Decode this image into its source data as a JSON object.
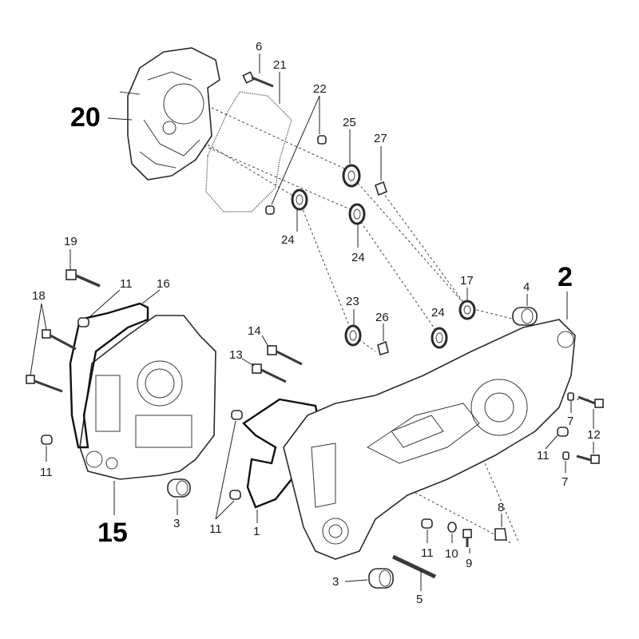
{
  "callouts": {
    "c20": "20",
    "c6": "6",
    "c21": "21",
    "c22": "22",
    "c25": "25",
    "c27": "27",
    "c24a": "24",
    "c24b": "24",
    "c24c": "24",
    "c19": "19",
    "c11a": "11",
    "c16": "16",
    "c18": "18",
    "c17": "17",
    "c4": "4",
    "c2": "2",
    "c23": "23",
    "c26": "26",
    "c14": "14",
    "c13": "13",
    "c7a": "7",
    "c12": "12",
    "c11b": "11",
    "c7b": "7",
    "c11c": "11",
    "c3a": "3",
    "c11d": "11",
    "c1": "1",
    "c15": "15",
    "c8": "8",
    "c11e": "11",
    "c10": "10",
    "c9": "9",
    "c3b": "3",
    "c5": "5"
  }
}
